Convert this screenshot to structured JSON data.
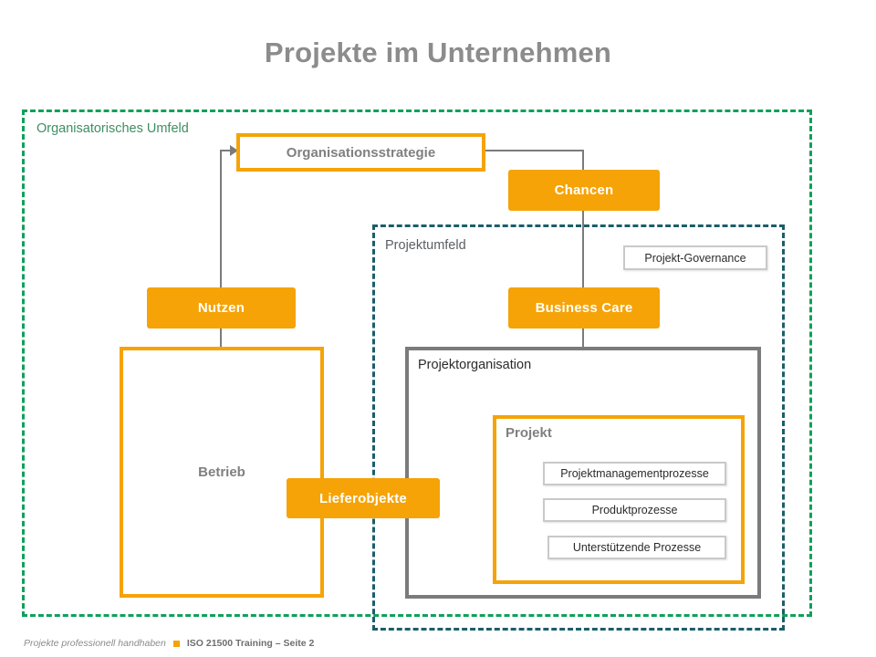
{
  "slide": {
    "title": "Projekte im Unternehmen"
  },
  "environments": {
    "organisational": {
      "label": "Organisatorisches Umfeld",
      "color": "#10a05a"
    },
    "project": {
      "label": "Projektumfeld",
      "color": "#1b5e6b"
    }
  },
  "boxes": {
    "strategie": {
      "label": "Organisationsstrategie",
      "style": "orange-outline"
    },
    "chancen": {
      "label": "Chancen",
      "style": "orange-fill"
    },
    "nutzen": {
      "label": "Nutzen",
      "style": "orange-fill"
    },
    "business_care": {
      "label": "Business Care",
      "style": "orange-fill"
    },
    "lieferobjekte": {
      "label": "Lieferobjekte",
      "style": "orange-fill"
    },
    "betrieb": {
      "label": "Betrieb",
      "style": "orange-outline"
    },
    "projekt": {
      "label": "Projekt",
      "style": "orange-outline"
    },
    "projektorganisation": {
      "label": "Projektorganisation",
      "style": "gray-outline"
    },
    "governance": {
      "label": "Projekt-Governance",
      "style": "light-outline"
    }
  },
  "processes": [
    {
      "label": "Projektmanagementprozesse"
    },
    {
      "label": "Produktprozesse"
    },
    {
      "label": "Unterstützende Prozesse"
    }
  ],
  "colors": {
    "orange": "#f5a306",
    "gray_text": "#808080",
    "connector": "#7b7b7b",
    "green_dash": "#10a05a",
    "teal_dash": "#1b5e6b"
  },
  "footer": {
    "left": "Projekte professionell handhaben",
    "right": "ISO 21500 Training – Seite 2"
  }
}
